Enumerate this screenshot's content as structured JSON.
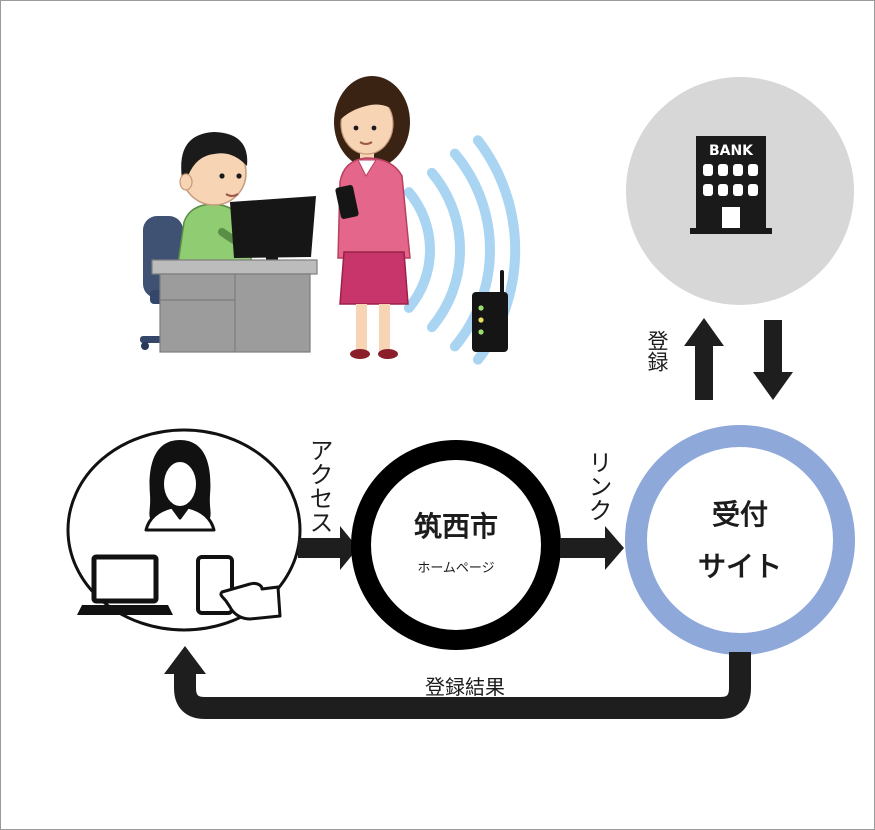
{
  "diagram": {
    "bank": {
      "label": "BANK"
    },
    "register_label": "登録",
    "access_label": "アクセス",
    "city": {
      "title": "筑西市",
      "subtitle": "ホームページ"
    },
    "link_label": "リンク",
    "reception": {
      "line1": "受付",
      "line2": "サイト"
    },
    "result_label": "登録結果"
  },
  "icons": [
    "office-workers-illustration",
    "wifi-router-icon",
    "bank-building-icon",
    "user-avatar-icon",
    "laptop-icon",
    "tablet-touch-icon",
    "arrow-up-icon",
    "arrow-down-icon",
    "arrow-right-icon",
    "return-arrow-icon"
  ],
  "colors": {
    "bank_circle": "#d7d7d7",
    "reception_ring": "#8ea8da",
    "city_ring": "#000000",
    "arrows": "#1e1e1e",
    "wifi": "#a9d5f2",
    "border": "#9a9a9a"
  }
}
